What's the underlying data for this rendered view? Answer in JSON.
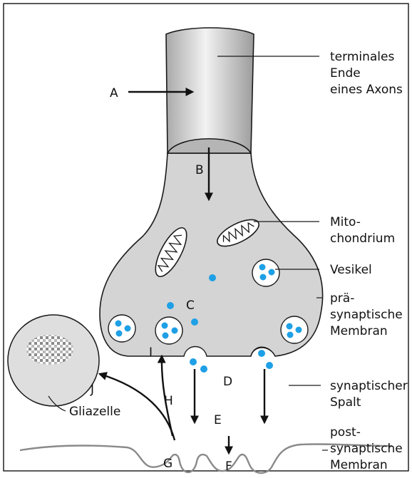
{
  "labels": {
    "axon_terminal": [
      "terminales",
      "Ende",
      "eines Axons"
    ],
    "mitochondrion": [
      "Mito-",
      "chondrium"
    ],
    "vesicle": "Vesikel",
    "presynaptic_membrane": [
      "prä-",
      "synaptische",
      "Membran"
    ],
    "synaptic_cleft": [
      "synaptischer",
      "Spalt"
    ],
    "postsynaptic_membrane": [
      "post-",
      "synaptische",
      "Membran"
    ],
    "glial_cell": "Gliazelle"
  },
  "letters": [
    "A",
    "B",
    "C",
    "D",
    "E",
    "F",
    "G",
    "H",
    "I",
    "J"
  ],
  "colors": {
    "terminal_fill": "#d4d4d4",
    "outline": "#1a1a1a",
    "transmitter": "#1ea0e6",
    "glia_fill": "#dedede",
    "frame": "#222222"
  }
}
